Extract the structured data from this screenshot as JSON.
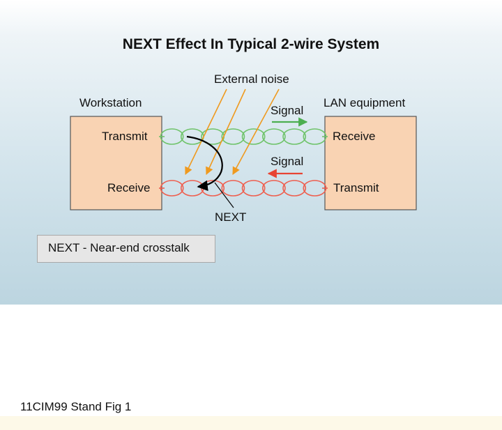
{
  "title": "NEXT Effect In Typical 2-wire System",
  "external_noise_label": "External noise",
  "workstation": {
    "label": "Workstation",
    "transmit": "Transmit",
    "receive": "Receive"
  },
  "lan_equipment": {
    "label": "LAN equipment",
    "receive": "Receive",
    "transmit": "Transmit"
  },
  "signal_top_label": "Signal",
  "signal_bottom_label": "Signal",
  "next_label": "NEXT",
  "legend_text": "NEXT - Near-end crosstalk",
  "caption": "11CIM99 Stand Fig 1",
  "colors": {
    "box_fill": "#f9d3b3",
    "transmit_pair": "#6fc36a",
    "receive_pair": "#ee5f4f",
    "noise_arrows": "#ef9a1f",
    "signal_top_arrow": "#4caf50",
    "signal_bottom_arrow": "#e84433",
    "next_arrow": "#000000"
  }
}
